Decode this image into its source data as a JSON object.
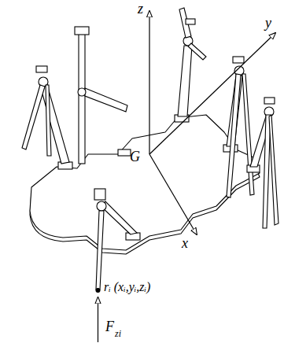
{
  "diagram": {
    "labels": [
      "z",
      "y",
      "G",
      "x",
      "rᵢ (xᵢ,yᵢ,zᵢ)",
      "F",
      "zi"
    ]
  }
}
